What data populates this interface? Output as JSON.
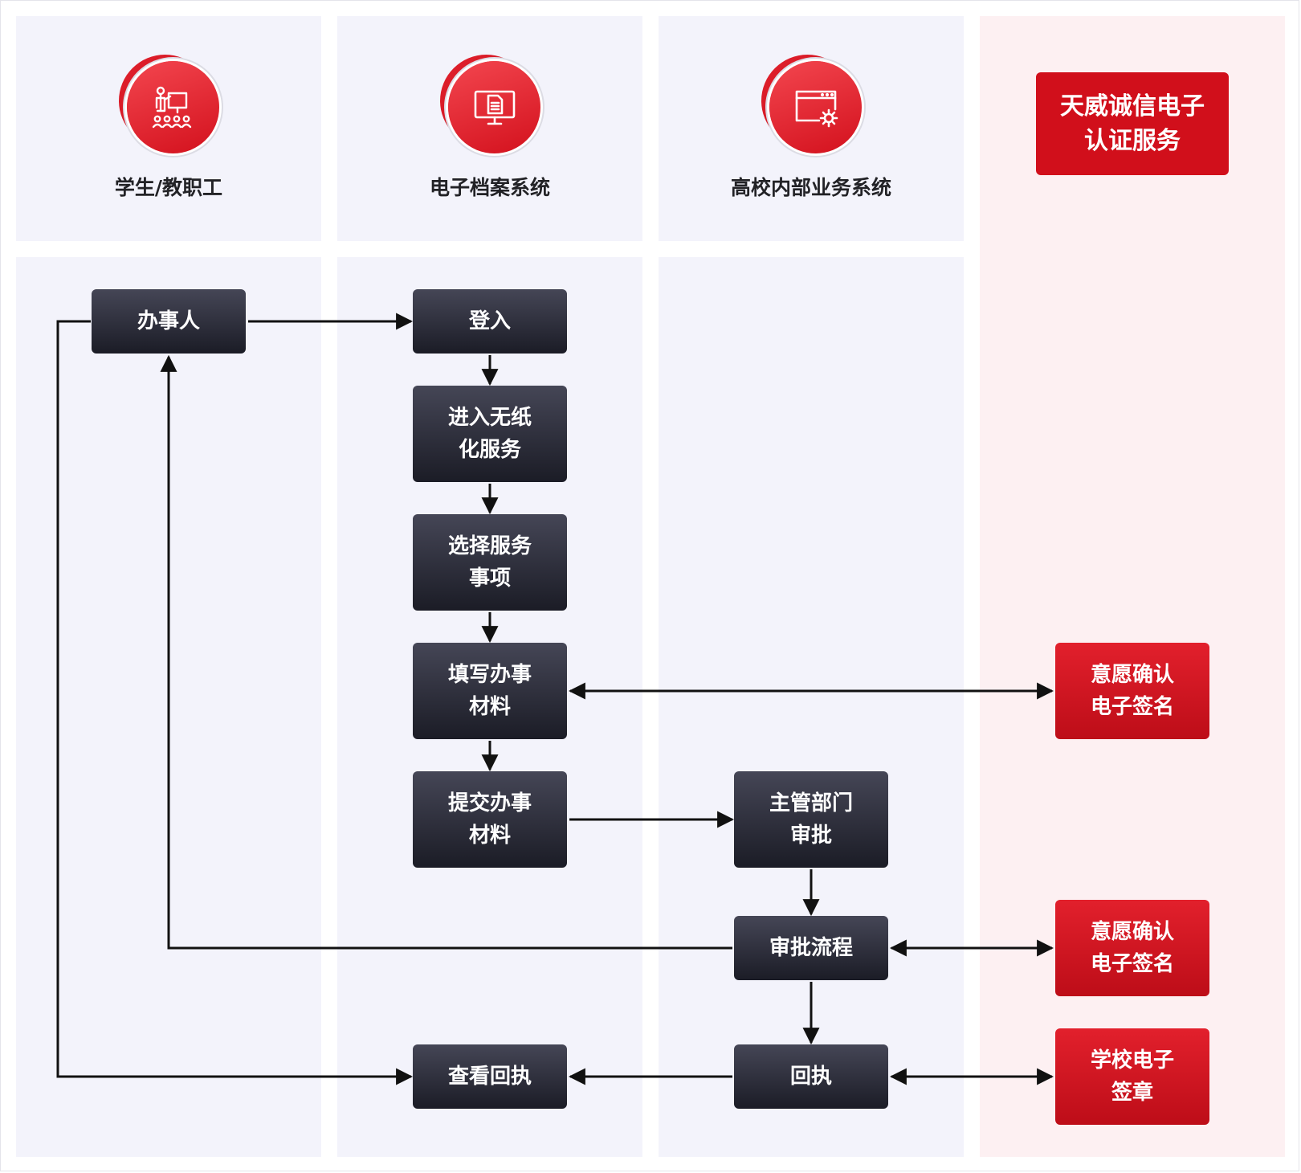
{
  "colors": {
    "lane_bg": "#f3f3fb",
    "lane_bg_red": "#fdf0f2",
    "node_dark": "#2a2b38",
    "node_red": "#d10f1b",
    "edge": "#111111"
  },
  "lanes": [
    {
      "title": "学生/教职工",
      "icon": "presenter-audience-icon"
    },
    {
      "title": "电子档案系统",
      "icon": "monitor-document-icon"
    },
    {
      "title": "高校内部业务系统",
      "icon": "browser-gear-icon"
    },
    {
      "title": "天威诚信电子认证服务"
    }
  ],
  "nodes": {
    "applicant": "办事人",
    "login": "登入",
    "enter_paperless": "进入无纸化服务",
    "select_service": "选择服务事项",
    "fill_materials": "填写办事材料",
    "submit_materials": "提交办事材料",
    "dept_approval": "主管部门审批",
    "approval_process": "审批流程",
    "receipt": "回执",
    "view_receipt": "查看回执",
    "confirm_sign_1": "意愿确认电子签名",
    "confirm_sign_2": "意愿确认电子签名",
    "school_seal": "学校电子签章"
  }
}
